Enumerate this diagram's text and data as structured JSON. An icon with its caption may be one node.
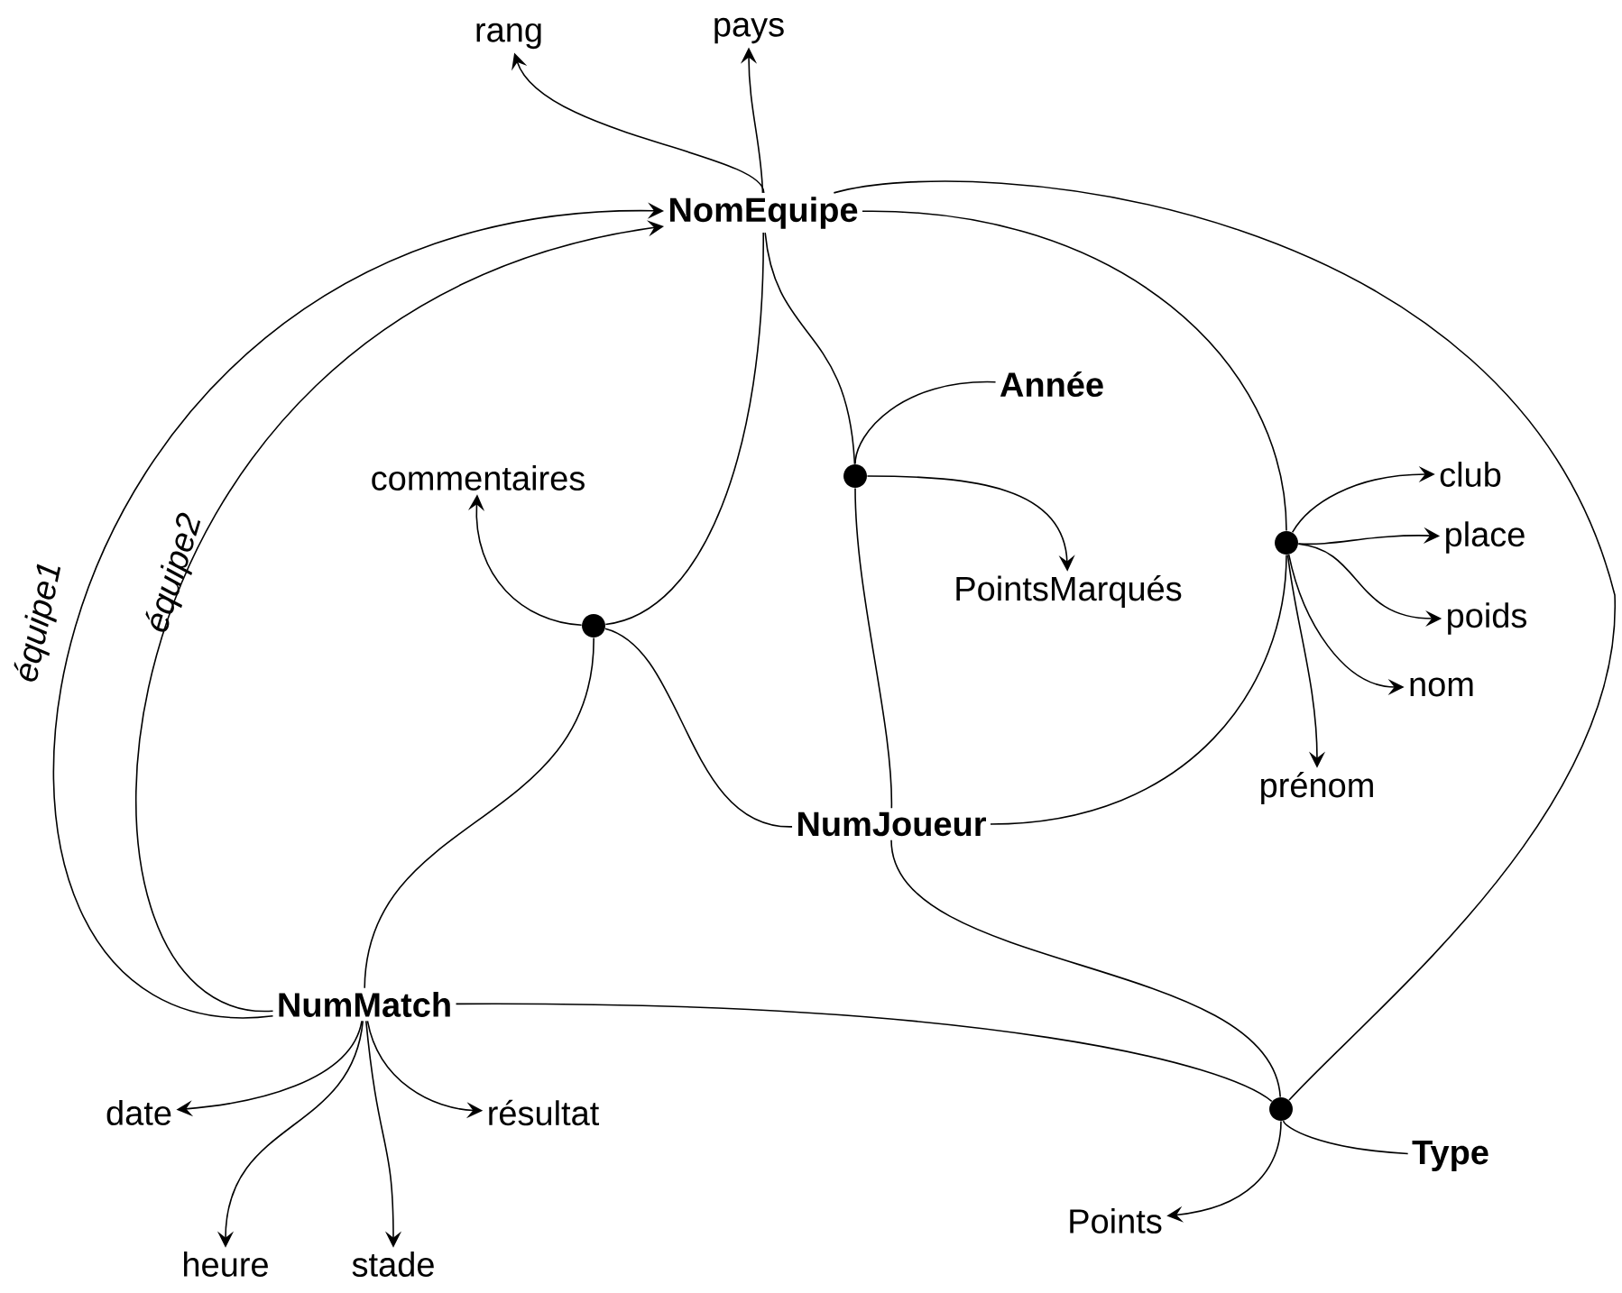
{
  "diagram": {
    "nodes": [
      {
        "text": [
          "rang"
        ]
      },
      {
        "text": [
          "pays"
        ]
      },
      {
        "text": [
          "NomEquipe"
        ]
      },
      {
        "text": [
          "Année"
        ]
      },
      {
        "text": [],
        "shape": "circle"
      },
      {
        "text": [
          "commentaires"
        ]
      },
      {
        "text": [
          "PointsMarqués"
        ]
      },
      {
        "text": [
          "club"
        ]
      },
      {
        "text": [
          "place"
        ]
      },
      {
        "text": [],
        "shape": "circle"
      },
      {
        "text": [
          "poids"
        ]
      },
      {
        "text": [
          "nom"
        ]
      },
      {
        "text": [],
        "shape": "circle"
      },
      {
        "text": [
          "prénom"
        ]
      },
      {
        "text": [
          "NumJoueur"
        ]
      },
      {
        "text": [
          "NumMatch"
        ]
      },
      {
        "text": [
          "date"
        ]
      },
      {
        "text": [
          "résultat"
        ]
      },
      {
        "text": [],
        "shape": "circle"
      },
      {
        "text": [
          "Type"
        ]
      },
      {
        "text": [
          "heure"
        ]
      },
      {
        "text": [
          "stade"
        ]
      },
      {
        "text": [
          "Points"
        ]
      }
    ],
    "edges": [
      {
        "from": 2,
        "to": 0,
        "arrow": "to"
      },
      {
        "from": 2,
        "to": 1,
        "arrow": "to"
      },
      {
        "from": 15,
        "to": 2,
        "arrow": "to",
        "label": "équipe1"
      },
      {
        "from": 15,
        "to": 2,
        "arrow": "to",
        "label": "équipe2"
      },
      {
        "from": 2,
        "to": 12,
        "arrow": "none"
      },
      {
        "from": 14,
        "to": 12,
        "arrow": "none"
      },
      {
        "from": 15,
        "to": 12,
        "arrow": "none"
      },
      {
        "from": 12,
        "to": 5,
        "arrow": "to"
      },
      {
        "from": 2,
        "to": 4,
        "arrow": "none"
      },
      {
        "from": 3,
        "to": 4,
        "arrow": "none"
      },
      {
        "from": 14,
        "to": 4,
        "arrow": "none"
      },
      {
        "from": 4,
        "to": 6,
        "arrow": "to"
      },
      {
        "from": 2,
        "to": 9,
        "arrow": "none"
      },
      {
        "from": 14,
        "to": 9,
        "arrow": "none"
      },
      {
        "from": 9,
        "to": 7,
        "arrow": "to"
      },
      {
        "from": 9,
        "to": 8,
        "arrow": "to"
      },
      {
        "from": 9,
        "to": 10,
        "arrow": "to"
      },
      {
        "from": 9,
        "to": 11,
        "arrow": "to"
      },
      {
        "from": 9,
        "to": 13,
        "arrow": "to"
      },
      {
        "from": 2,
        "to": 18,
        "arrow": "none"
      },
      {
        "from": 14,
        "to": 18,
        "arrow": "none"
      },
      {
        "from": 15,
        "to": 18,
        "arrow": "none"
      },
      {
        "from": 19,
        "to": 18,
        "arrow": "none"
      },
      {
        "from": 18,
        "to": 22,
        "arrow": "to"
      },
      {
        "from": 15,
        "to": 16,
        "arrow": "to"
      },
      {
        "from": 15,
        "to": 17,
        "arrow": "to"
      },
      {
        "from": 15,
        "to": 20,
        "arrow": "to"
      },
      {
        "from": 15,
        "to": 21,
        "arrow": "to"
      }
    ]
  }
}
